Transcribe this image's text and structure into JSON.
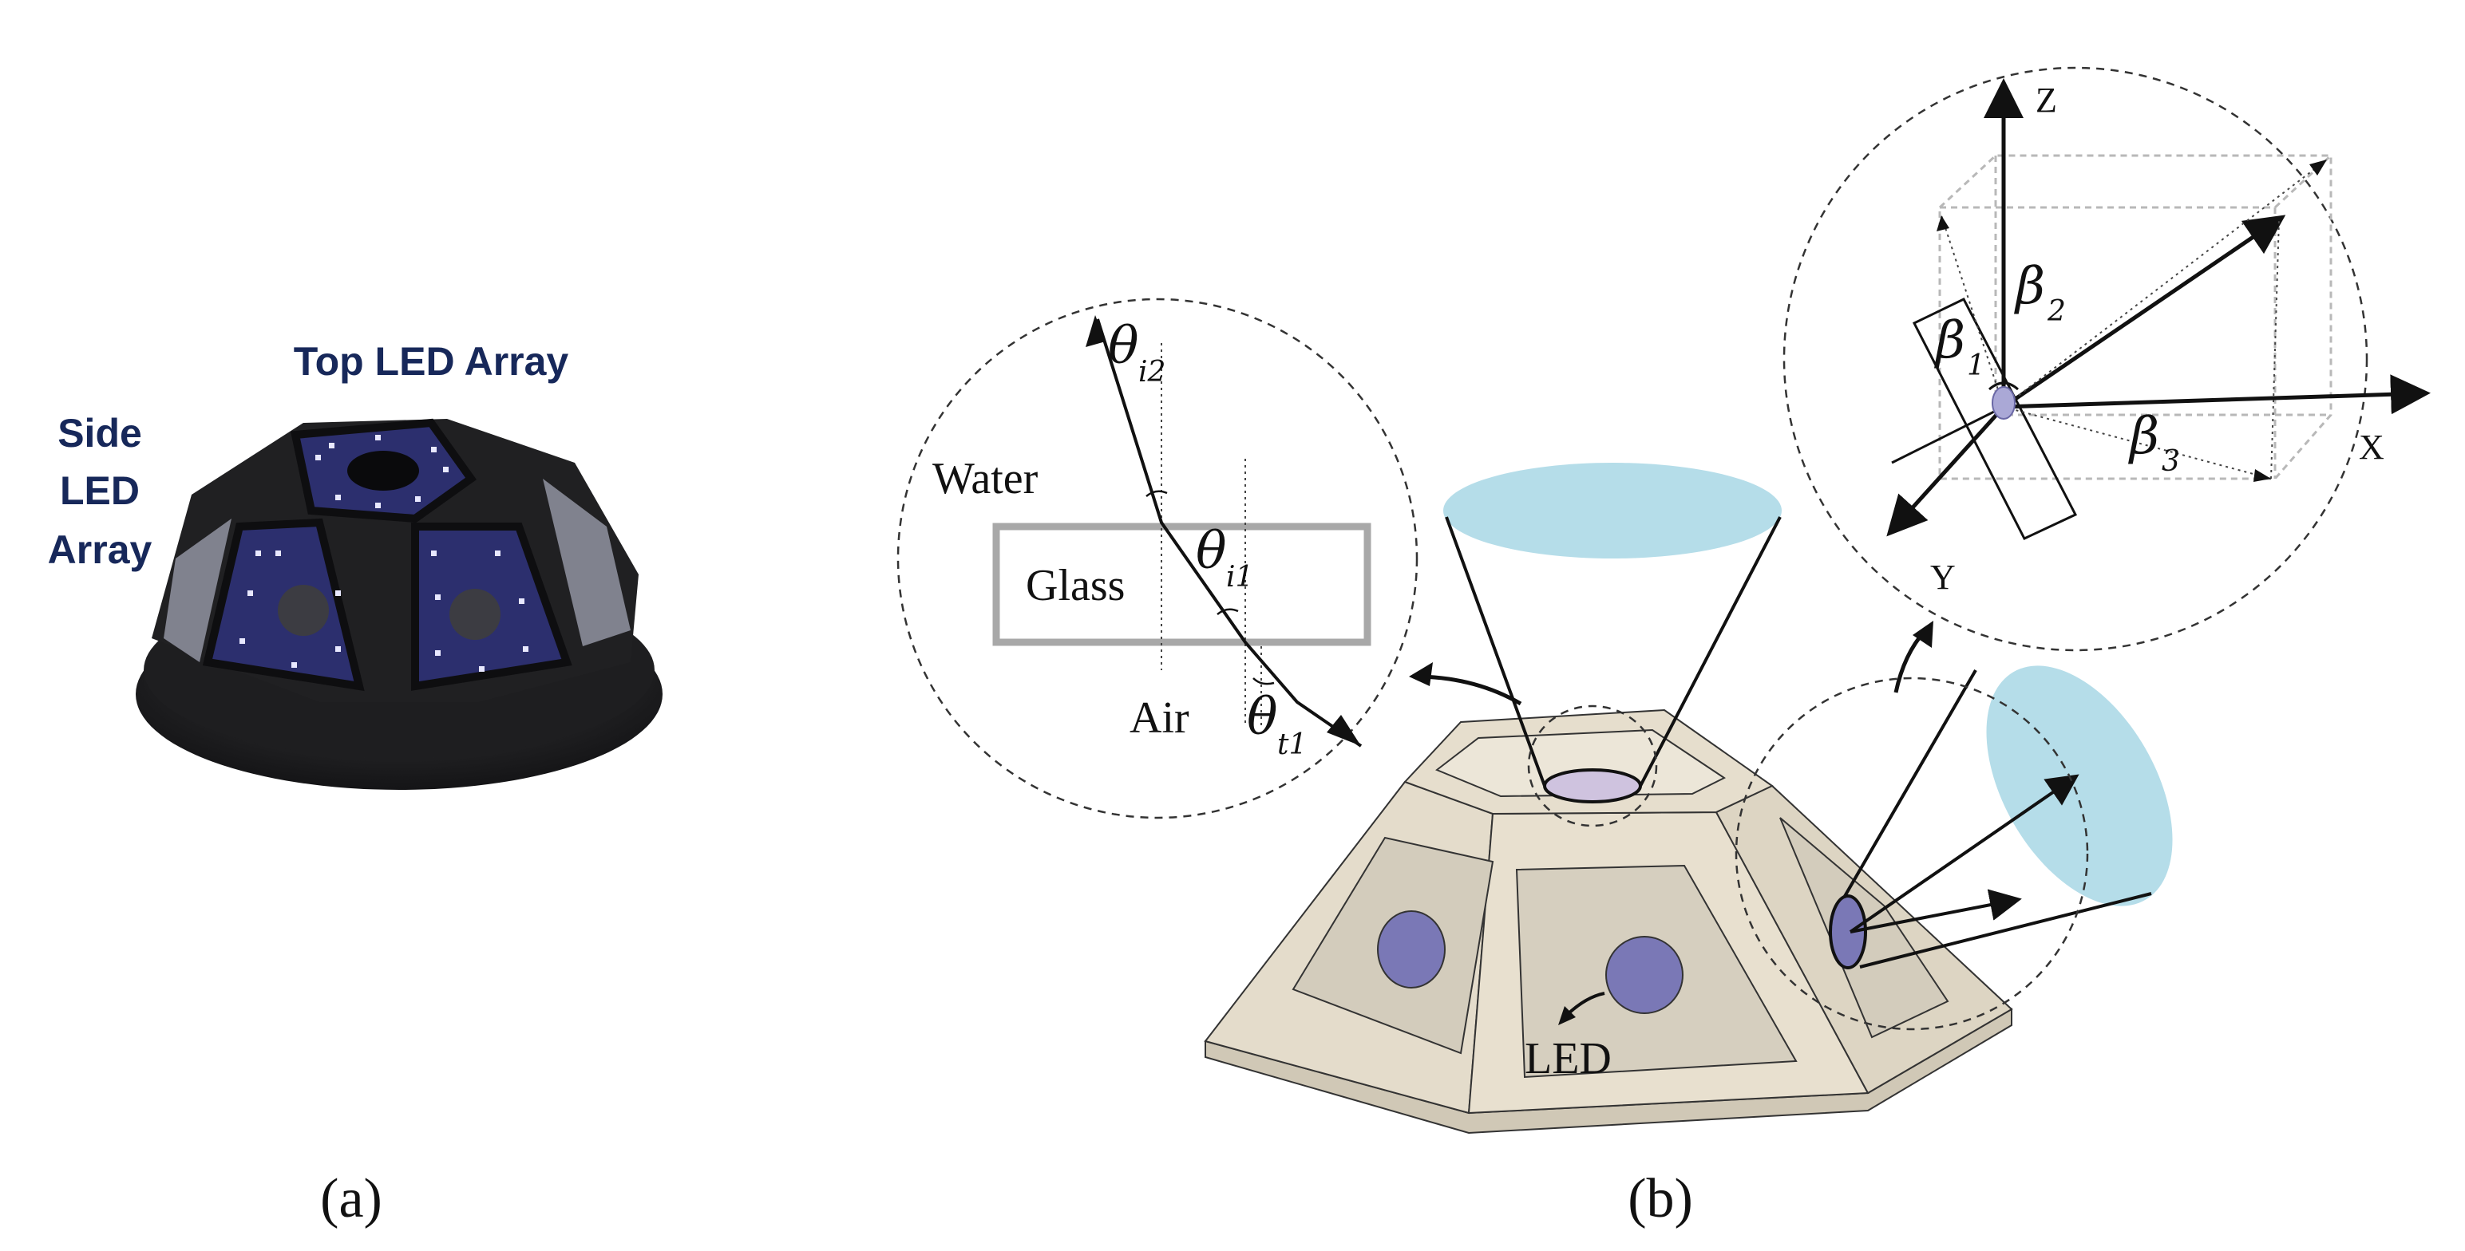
{
  "panel_a": {
    "caption": "(a)",
    "label_top_array": "Top LED Array",
    "label_side_line1": "Side",
    "label_side_line2": "LED",
    "label_side_line3": "Array"
  },
  "panel_b": {
    "caption": "(b)",
    "refraction": {
      "water": "Water",
      "glass": "Glass",
      "air": "Air",
      "theta": "θ",
      "sub_i2": "i2",
      "sub_i1": "i1",
      "sub_t1": "t1"
    },
    "coordinates": {
      "axis_z": "Z",
      "axis_x": "X",
      "axis_y": "Y",
      "beta": "β",
      "sub_1": "1",
      "sub_2": "2",
      "sub_3": "3"
    },
    "led_label": "LED"
  },
  "colors": {
    "light_cone": "#b5dde9",
    "led_disc": "#7a78b6",
    "housing_face": "#e4dccb",
    "housing_window": "#d3ccbc",
    "photo_body": "#1c1c1e",
    "photo_panel": "#2c2f6e",
    "label_text": "#17285a"
  }
}
